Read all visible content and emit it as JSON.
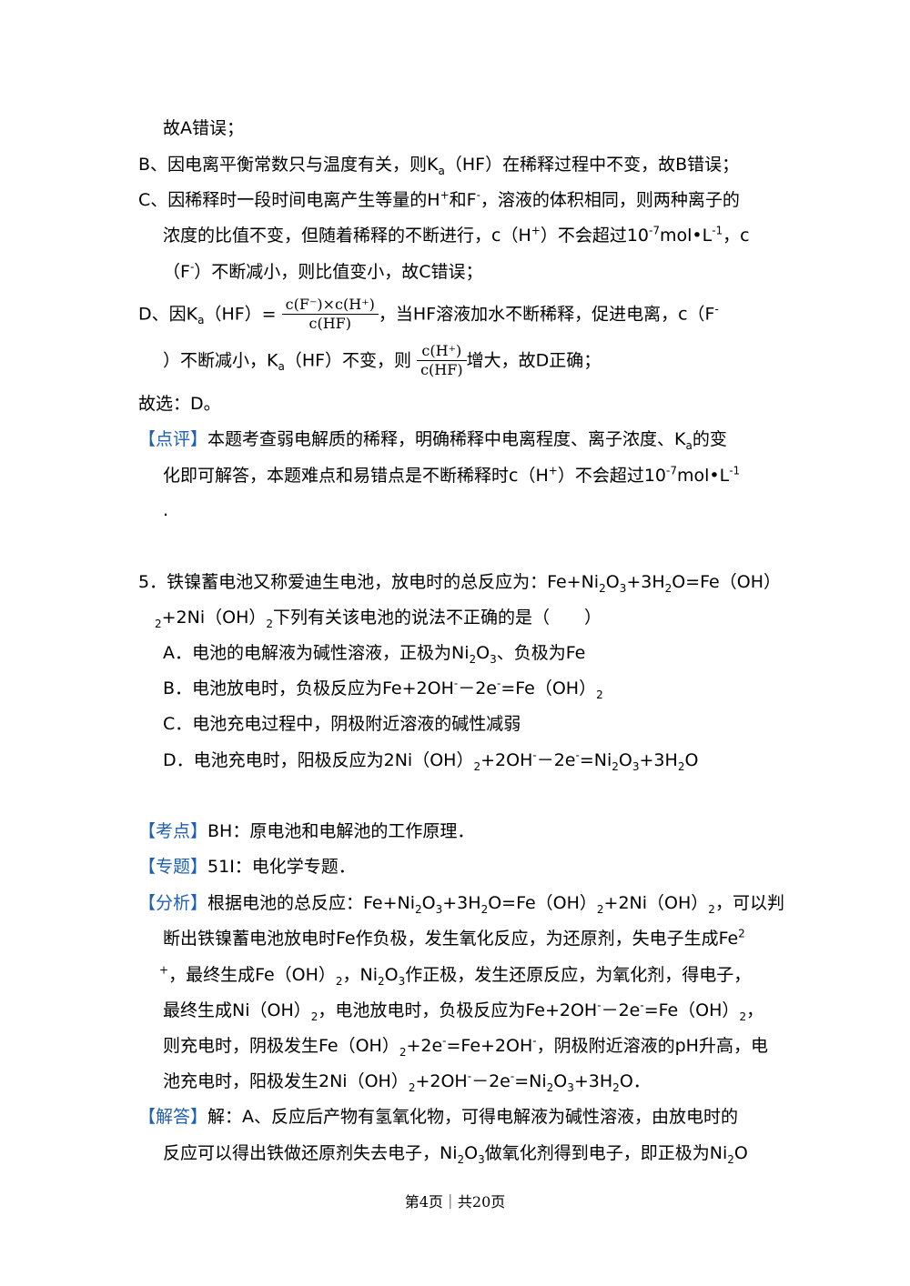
{
  "prev_solution": {
    "a_tail": "故A错误；",
    "b": "B、因电离平衡常数只与温度有关，则K",
    "b_sub": "a",
    "b_rest": "（HF）在稀释过程中不变，故B错误；",
    "c1a": "C、因稀释时一段时间电离产生等量的H",
    "c1_sup1": "+",
    "c1b": "和F",
    "c1_sup2": "-",
    "c1c": "，溶液的体积相同，则两种离子的",
    "c2a": "浓度的比值不变，但随着稀释的不断进行，c（H",
    "c2_sup1": "+",
    "c2b": "）不会超过10",
    "c2_sup2": "-7",
    "c2c": "mol•L",
    "c2_sup3": "-1",
    "c2d": "，c",
    "c3a": "（F",
    "c3_sup": "-",
    "c3b": "）不断减小，则比值变小，故C错误；",
    "d1a": "D、因K",
    "d1_sub": "a",
    "d1b": "（HF）=",
    "frac1_num": "c(F⁻)×c(H⁺)",
    "frac1_den": "c(HF)",
    "d1c": "，当HF溶液加水不断稀释，促进电离，c（F",
    "d1_sup": "-",
    "d2a": "）不断减小，K",
    "d2_sub": "a",
    "d2b": "（HF）不变，则",
    "frac2_num": "c(H⁺)",
    "frac2_den": "c(HF)",
    "d2c": "增大，故D正确；",
    "choice": "故选：D。",
    "review_tag": "【点评】",
    "review1a": "本题考查弱电解质的稀释，明确稀释中电离程度、离子浓度、K",
    "review1_sub": "a",
    "review1b": "的变",
    "review2a": "化即可解答，本题难点和易错点是不断稀释时c（H",
    "review2_sup1": "+",
    "review2b": "）不会超过10",
    "review2_sup2": "-7",
    "review2c": "mol•L",
    "review2_sup3": "-1",
    "review3": "."
  },
  "question5": {
    "stem1": "5．铁镍蓄电池又称爱迪生电池，放电时的总反应为：Fe+Ni",
    "stem1_sub1": "2",
    "stem1_b": "O",
    "stem1_sub2": "3",
    "stem1_c": "+3H",
    "stem1_sub3": "2",
    "stem1_d": "O=Fe（OH）",
    "stem2_sub1": "2",
    "stem2a": "+2Ni（OH）",
    "stem2_sub2": "2",
    "stem2b": "下列有关该电池的说法不正确的是（　　）",
    "optA": "A．电池的电解液为碱性溶液，正极为Ni",
    "optA_sub1": "2",
    "optA_b": "O",
    "optA_sub2": "3",
    "optA_c": "、负极为Fe",
    "optB": "B．电池放电时，负极反应为Fe+2OH",
    "optB_sup1": "-",
    "optB_b": "－2e",
    "optB_sup2": "-",
    "optB_c": "=Fe（OH）",
    "optB_sub": "2",
    "optC": "C．电池充电过程中，阴极附近溶液的碱性减弱",
    "optD": "D．电池充电时，阳极反应为2Ni（OH）",
    "optD_sub1": "2",
    "optD_b": "+2OH",
    "optD_sup1": "-",
    "optD_c": "－2e",
    "optD_sup2": "-",
    "optD_d": "=Ni",
    "optD_sub2": "2",
    "optD_e": "O",
    "optD_sub3": "3",
    "optD_f": "+3H",
    "optD_sub4": "2",
    "optD_g": "O"
  },
  "analysis": {
    "kaodian_tag": "【考点】",
    "kaodian": "BH：原电池和电解池的工作原理．",
    "zhuanti_tag": "【专题】",
    "zhuanti": "51I：电化学专题．",
    "fenxi_tag": "【分析】",
    "f1a": "根据电池的总反应：Fe+Ni",
    "f1_sub1": "2",
    "f1b": "O",
    "f1_sub2": "3",
    "f1c": "+3H",
    "f1_sub3": "2",
    "f1d": "O=Fe（OH）",
    "f1_sub4": "2",
    "f1e": "+2Ni（OH）",
    "f1_sub5": "2",
    "f1f": "，可以判",
    "f2a": "断出铁镍蓄电池放电时Fe作负极，发生氧化反应，为还原剂，失电子生成Fe",
    "f2_sup": "2",
    "f3_sup": "+",
    "f3a": "，最终生成Fe（OH）",
    "f3_sub1": "2",
    "f3b": "，Ni",
    "f3_sub2": "2",
    "f3c": "O",
    "f3_sub3": "3",
    "f3d": "作正极，发生还原反应，为氧化剂，得电子，",
    "f4a": "最终生成Ni（OH）",
    "f4_sub1": "2",
    "f4b": "，电池放电时，负极反应为Fe+2OH",
    "f4_sup1": "-",
    "f4c": "－2e",
    "f4_sup2": "-",
    "f4d": "=Fe（OH）",
    "f4_sub2": "2",
    "f4e": "，",
    "f5a": "则充电时，阴极发生Fe（OH）",
    "f5_sub1": "2",
    "f5b": "+2e",
    "f5_sup1": "-",
    "f5c": "=Fe+2OH",
    "f5_sup2": "-",
    "f5d": "，阴极附近溶液的pH升高，电",
    "f6a": "池充电时，阳极发生2Ni（OH）",
    "f6_sub1": "2",
    "f6b": "+2OH",
    "f6_sup1": "-",
    "f6c": "－2e",
    "f6_sup2": "-",
    "f6d": "=Ni",
    "f6_sub2": "2",
    "f6e": "O",
    "f6_sub3": "3",
    "f6f": "+3H",
    "f6_sub4": "2",
    "f6g": "O．",
    "jieda_tag": "【解答】",
    "j1": "解：A、反应后产物有氢氧化物，可得电解液为碱性溶液，由放电时的",
    "j2a": "反应可以得出铁做还原剂失去电子，Ni",
    "j2_sub1": "2",
    "j2b": "O",
    "j2_sub2": "3",
    "j2c": "做氧化剂得到电子，即正极为Ni",
    "j2_sub3": "2",
    "j2d": "O"
  },
  "footer": {
    "page": "第4页｜共20页"
  }
}
